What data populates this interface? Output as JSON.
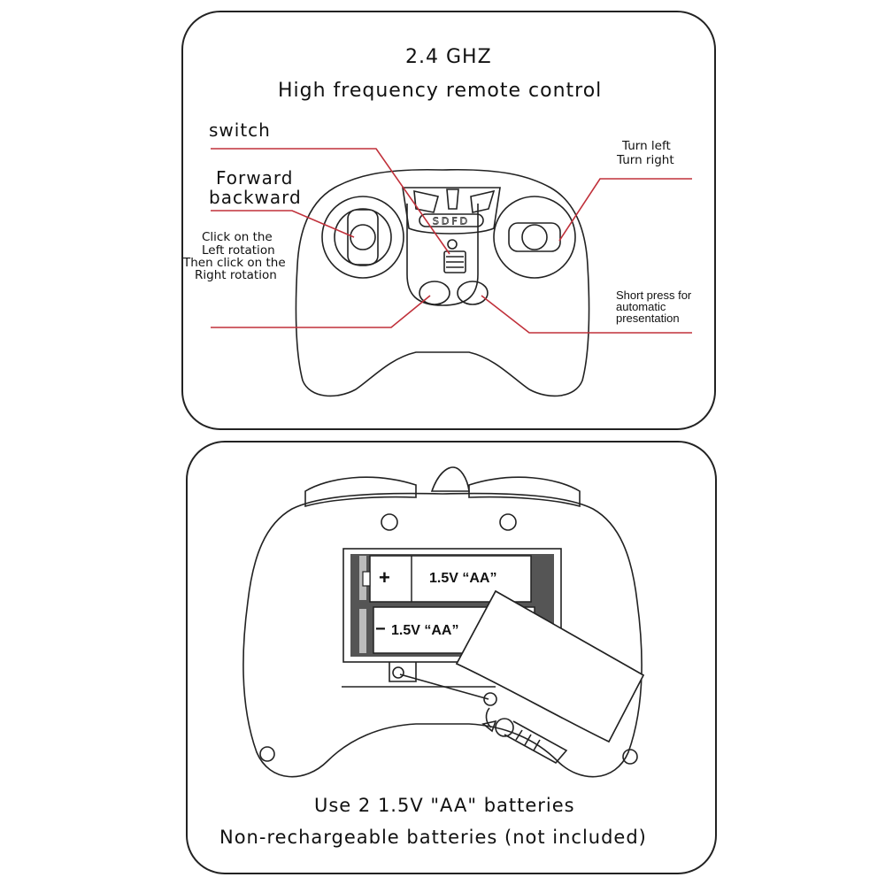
{
  "top_panel": {
    "title_line1": "2.4 GHZ",
    "title_line2": "High frequency remote control",
    "labels": {
      "switch": "switch",
      "forward_line1": "Forward",
      "forward_line2": "backward",
      "click_line1": "Click on the",
      "click_line2": "Left rotation",
      "click_line3": "Then click on the",
      "click_line4": "Right rotation",
      "turn_line1": "Turn left",
      "turn_line2": "Turn right",
      "short_line1": "Short press for",
      "short_line2": "automatic",
      "short_line3": "presentation"
    },
    "logo_text": "SDFD",
    "accent_color": "#c0303a"
  },
  "bottom_panel": {
    "battery1_sign": "+",
    "battery1_label": "1.5V “AA”",
    "battery2_sign": "−",
    "battery2_label": "1.5V “AA”",
    "caption_line1": "Use 2 1.5V \"AA\" batteries",
    "caption_line2": "Non-rechargeable batteries (not included)"
  }
}
